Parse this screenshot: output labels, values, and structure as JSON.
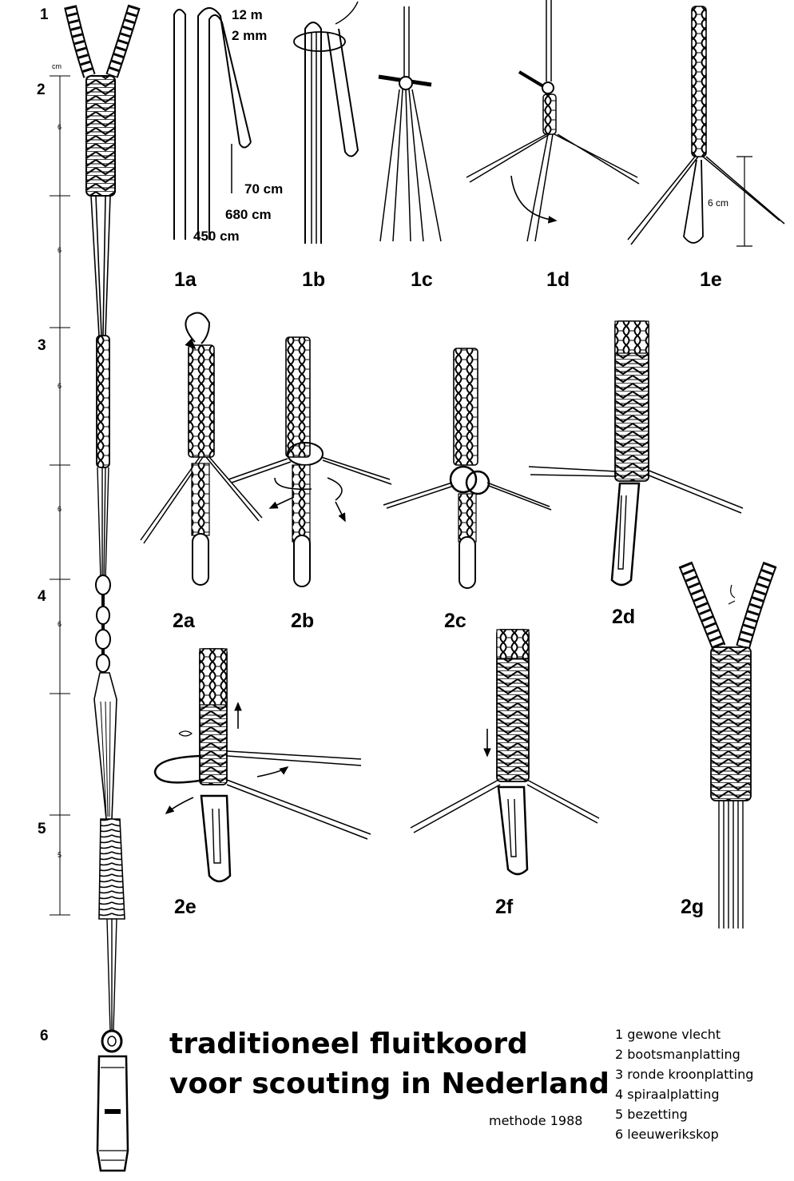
{
  "title": {
    "line1": "traditioneel fluitkoord",
    "line2": "voor scouting in Nederland"
  },
  "method": "methode 1988",
  "legend": [
    "1 gewone vlecht",
    "2 bootsmanplatting",
    "3 ronde kroonplatting",
    "4 spiraalplatting",
    "5 bezetting",
    "6 leeuwerikskop"
  ],
  "section_numbers": [
    "1",
    "2",
    "3",
    "4",
    "5",
    "6"
  ],
  "ruler": {
    "unit": "cm",
    "segments": [
      "6",
      "6",
      "6",
      "6",
      "6",
      "5"
    ]
  },
  "steps": [
    "1a",
    "1b",
    "1c",
    "1d",
    "1e",
    "2a",
    "2b",
    "2c",
    "2d",
    "2e",
    "2f",
    "2g"
  ],
  "measurements": {
    "cord_length": "12 m",
    "cord_thickness": "2 mm",
    "len_short": "70 cm",
    "len_mid": "680 cm",
    "len_long": "450 cm",
    "loop": "6 cm"
  }
}
